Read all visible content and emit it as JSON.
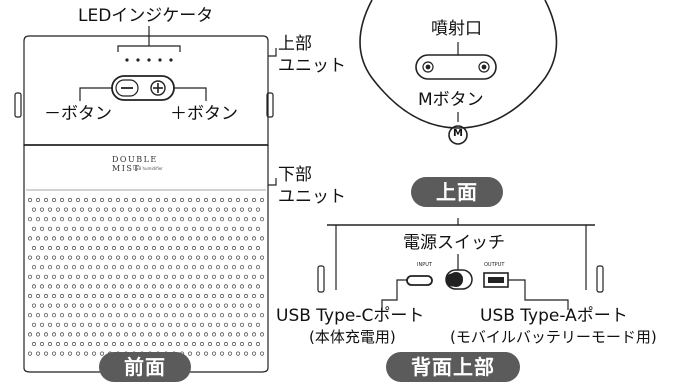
{
  "front": {
    "led_label": "LEDインジケータ",
    "upper_unit": [
      "上部",
      "ユニット"
    ],
    "lower_unit": [
      "下部",
      "ユニット"
    ],
    "minus_button": "－ボタン",
    "plus_button": "＋ボタン",
    "logo": "DOUBLE MIST",
    "logo_sub": "USB humidifier",
    "caption": "前面"
  },
  "top": {
    "nozzle": "噴射口",
    "m_button": "Mボタン",
    "m_key": "M",
    "caption": "上面"
  },
  "back": {
    "power_switch": "電源スイッチ",
    "input_tag": "INPUT",
    "output_tag": "OUTPUT",
    "usb_c": "USB Type-Cポート",
    "usb_c_note": "(本体充電用)",
    "usb_a": "USB Type-Aポート",
    "usb_a_note": "(モバイルバッテリーモード用)",
    "caption": "背面上部"
  },
  "colors": {
    "pill": "#5b5b5b",
    "line": "#222222",
    "mesh": "#555555"
  }
}
